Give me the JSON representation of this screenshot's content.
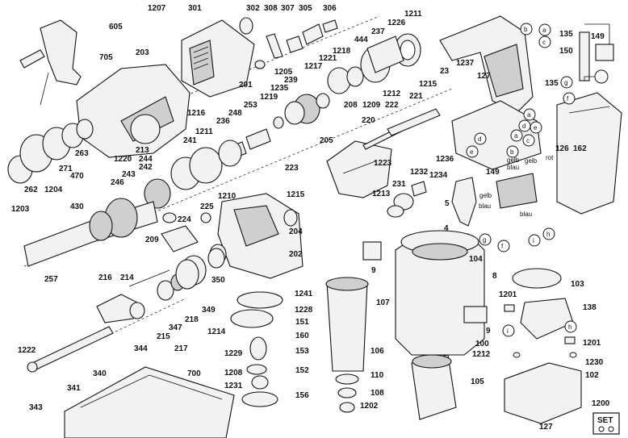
{
  "labels": {
    "l605": "605",
    "l705": "705",
    "l203": "203",
    "l1207": "1207",
    "l301": "301",
    "l302": "302",
    "l308": "308",
    "l307": "307",
    "l305": "305",
    "l306": "306",
    "l1211": "1211",
    "l1226": "1226",
    "l237": "237",
    "l444": "444",
    "l1218": "1218",
    "l1221": "1221",
    "l1217": "1217",
    "l239": "239",
    "l1205": "1205",
    "l201": "201",
    "l1216": "1216",
    "l1235": "1235",
    "l1219": "1219",
    "l253": "253",
    "l248": "248",
    "l236": "236",
    "l208": "208",
    "l1209": "1209",
    "l1212a": "1212",
    "l1215a": "1215",
    "l221": "221",
    "l222": "222",
    "l220": "220",
    "l23": "23",
    "l1237": "1237",
    "l127a": "127",
    "l135a": "135",
    "l135b": "135",
    "l149a": "149",
    "l150": "150",
    "l213": "213",
    "l241": "241",
    "l244": "244",
    "l242": "242",
    "l1211b": "1211",
    "l263": "263",
    "l1220": "1220",
    "l271": "271",
    "l470": "470",
    "l262": "262",
    "l1204": "1204",
    "l1203": "1203",
    "l243": "243",
    "l246": "246",
    "l205": "205",
    "l1223": "1223",
    "l223": "223",
    "l1236": "1236",
    "l1232": "1232",
    "l1234": "1234",
    "l231": "231",
    "l1213": "1213",
    "l126": "126",
    "l162": "162",
    "l5": "5",
    "l4": "4",
    "l149b": "149",
    "l430": "430",
    "l1210": "1210",
    "l1215b": "1215",
    "l224": "224",
    "l225": "225",
    "l209": "209",
    "l204": "204",
    "l202": "202",
    "l257": "257",
    "l216": "216",
    "l214": "214",
    "l9a": "9",
    "l104": "104",
    "l8": "8",
    "l103": "103",
    "l1201a": "1201",
    "l138": "138",
    "l1201b": "1201",
    "l1241": "1241",
    "l1228": "1228",
    "l151": "151",
    "l160": "160",
    "l1214": "1214",
    "l153": "153",
    "l1229": "1229",
    "l152": "152",
    "l1208": "1208",
    "l156": "156",
    "l1231": "1231",
    "l350": "350",
    "l349": "349",
    "l218": "218",
    "l347": "347",
    "l215": "215",
    "l344": "344",
    "l217": "217",
    "l107": "107",
    "l106": "106",
    "l110": "110",
    "l108": "108",
    "l1202": "1202",
    "l100": "100",
    "l9b": "9",
    "l1212b": "1212",
    "l105": "105",
    "l1230": "1230",
    "l102": "102",
    "l1200": "1200",
    "l127b": "127",
    "l1222": "1222",
    "l341": "341",
    "l340": "340",
    "l343": "343",
    "l700": "700"
  },
  "wire_words": {
    "gelb1": "gelb",
    "blau1": "blau",
    "gelb2": "gelb",
    "rot": "rot",
    "gelb3": "gelb",
    "blau2": "blau",
    "blau3": "blau"
  },
  "callouts": {
    "a1": "a",
    "b1": "b",
    "c1": "c",
    "d1": "d",
    "e1": "e",
    "g1": "g",
    "f1": "f",
    "a2": "a",
    "b2": "b",
    "c2": "c",
    "d2": "d",
    "e2": "e",
    "g2": "g",
    "f2": "f",
    "h1": "h",
    "i1": "i",
    "i2": "i",
    "h2": "h"
  },
  "set_badge": "SET"
}
